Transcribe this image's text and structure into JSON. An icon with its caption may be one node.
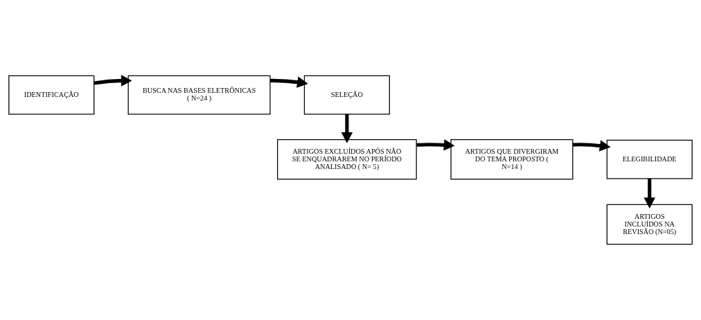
{
  "diagram": {
    "nodes": [
      {
        "text": [
          "IDENTIFICAÇÃO"
        ]
      },
      {
        "text": [
          "BUSCA NAS BASES ELETRÔNICAS ( N=24 )"
        ]
      },
      {
        "text": [
          "SELEÇÃO"
        ]
      },
      {
        "text": [
          "ARTIGOS EXCLUÍDOS APÓS NÃO SE ENQUADRAREM NO PERÍODO ANALISADO ( N= 5)"
        ]
      },
      {
        "text": [
          "ARTIGOS QUE DIVERGIRAM DO TEMA PROPOSTO ( N=14 )"
        ]
      },
      {
        "text": [
          "ELEGIBILIDADE"
        ]
      },
      {
        "text": [
          "ARTIGOS INCLUÍDOS NA REVISÃO (N=05)"
        ]
      }
    ],
    "edges": [
      {
        "from": 0,
        "to": 1,
        "arrow": "to"
      },
      {
        "from": 1,
        "to": 2,
        "arrow": "to"
      },
      {
        "from": 2,
        "to": 3,
        "arrow": "to"
      },
      {
        "from": 3,
        "to": 4,
        "arrow": "to"
      },
      {
        "from": 4,
        "to": 5,
        "arrow": "to"
      },
      {
        "from": 5,
        "to": 6,
        "arrow": "to"
      }
    ]
  }
}
